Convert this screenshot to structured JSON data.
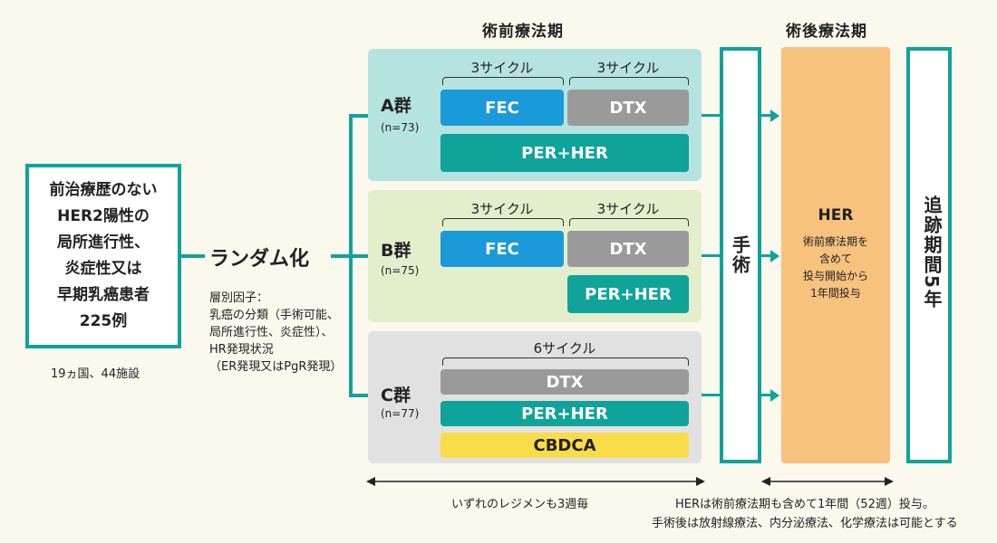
{
  "phases": {
    "neoadjuvant": "術前療法期",
    "adjuvant": "術後療法期"
  },
  "patients": {
    "lines": [
      "前治療歴のない",
      "HER2陽性の",
      "局所進行性、",
      "炎症性又は",
      "早期乳癌患者",
      "225例"
    ],
    "sites": "19ヵ国、44施設"
  },
  "randomization": {
    "label": "ランダム化",
    "factors": [
      "層別因子：",
      "乳癌の分類（手術可能、",
      "局所進行性、炎症性）、",
      "HR発現状況",
      "（ER発現又はPgR発現）"
    ]
  },
  "groups": {
    "a": {
      "name": "A群",
      "n": "(n=73)",
      "cycle1": "3サイクル",
      "cycle2": "3サイクル",
      "drug1": "FEC",
      "drug2": "DTX",
      "drug3": "PER+HER"
    },
    "b": {
      "name": "B群",
      "n": "(n=75)",
      "cycle1": "3サイクル",
      "cycle2": "3サイクル",
      "drug1": "FEC",
      "drug2": "DTX",
      "drug3": "PER+HER"
    },
    "c": {
      "name": "C群",
      "n": "(n=77)",
      "cycle": "6サイクル",
      "drug1": "DTX",
      "drug2": "PER+HER",
      "drug3": "CBDCA"
    }
  },
  "surgery": "手術",
  "her": {
    "title": "HER",
    "lines": [
      "術前療法期を",
      "含めて",
      "投与開始から",
      "1年間投与"
    ]
  },
  "followup": "追跡期間5年",
  "footer": {
    "left": "いずれのレジメンも3週毎",
    "right1": "HERは術前療法期も含めて1年間（52週）投与。",
    "right2": "手術後は放射線療法、内分泌療法、化学療法は可能とする"
  },
  "colors": {
    "teal": "#10a39a",
    "blue": "#1b9ad9",
    "gray": "#9a9a9a",
    "yellow": "#f9dc4a",
    "orange": "#f7c17e",
    "panelA": "#b5e3e0",
    "panelB": "#e3efcc",
    "panelC": "#e1e1e1"
  }
}
